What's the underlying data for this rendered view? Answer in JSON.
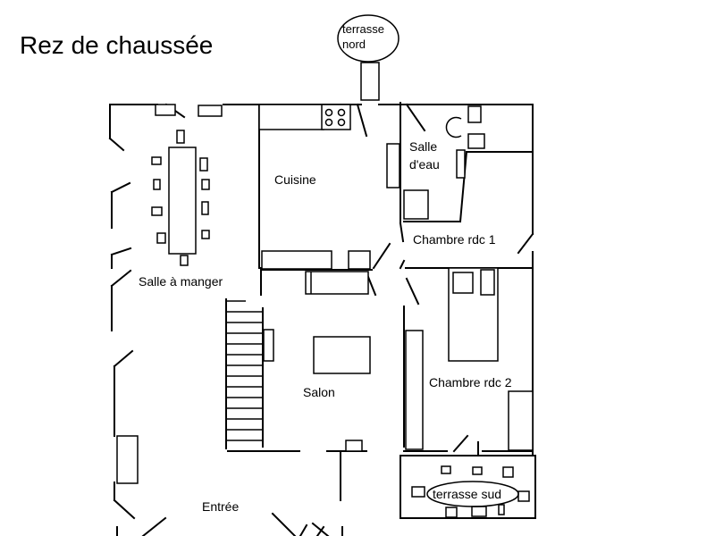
{
  "title": "Rez de chaussée",
  "rooms": {
    "terrasse_nord_line1": "terrasse",
    "terrasse_nord_line2": "nord",
    "salle_eau_line1": "Salle",
    "salle_eau_line2": "d'eau",
    "cuisine": "Cuisine",
    "chambre_rdc_1": "Chambre rdc 1",
    "salle_a_manger": "Salle à manger",
    "salon": "Salon",
    "chambre_rdc_2": "Chambre rdc 2",
    "entree": "Entrée",
    "terrasse_sud": "terrasse sud"
  }
}
